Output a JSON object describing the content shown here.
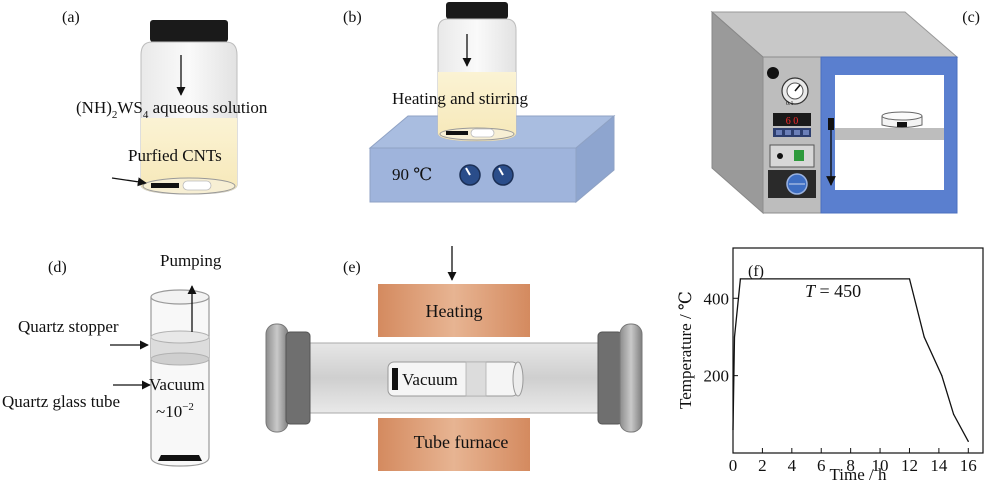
{
  "panels": {
    "a": {
      "tag": "(a)",
      "solution_main": "(NH)",
      "solution_sub2": "2",
      "solution_mid": "WS",
      "solution_sub4": "4",
      "solution_tail": " aqueous solution",
      "cnts_label": "Purfied CNTs"
    },
    "b": {
      "tag": "(b)",
      "label": "Heating and stirring",
      "temperature": "90 ℃"
    },
    "c": {
      "tag": "(c)",
      "display_value": "6 0",
      "dial_value": "0.1"
    },
    "d": {
      "tag": "(d)",
      "pumping": "Pumping",
      "stopper": "Quartz stopper",
      "tube": "Quartz glass tube",
      "vacuum": "Vacuum",
      "pressure_base": "~10",
      "pressure_exp": "−2"
    },
    "e": {
      "tag": "(e)",
      "heating": "Heating",
      "vacuum": "Vacuum",
      "furnace": "Tube furnace"
    },
    "f": {
      "tag": "(f)"
    }
  },
  "chart_data": {
    "type": "line",
    "annotation_var": "T",
    "annotation_value": " = 450",
    "xlabel": "Time / h",
    "ylabel": "Temperature / ℃",
    "xlim": [
      0,
      17
    ],
    "ylim": [
      0,
      530
    ],
    "xticks": [
      0,
      2,
      4,
      6,
      8,
      10,
      12,
      14,
      16
    ],
    "yticks": [
      200,
      400
    ],
    "x": [
      0,
      0.1,
      0.5,
      12,
      13,
      14.2,
      15,
      16
    ],
    "y": [
      60,
      300,
      450,
      450,
      300,
      200,
      100,
      30
    ],
    "grid": false,
    "colors": {
      "line": "#111111"
    }
  }
}
